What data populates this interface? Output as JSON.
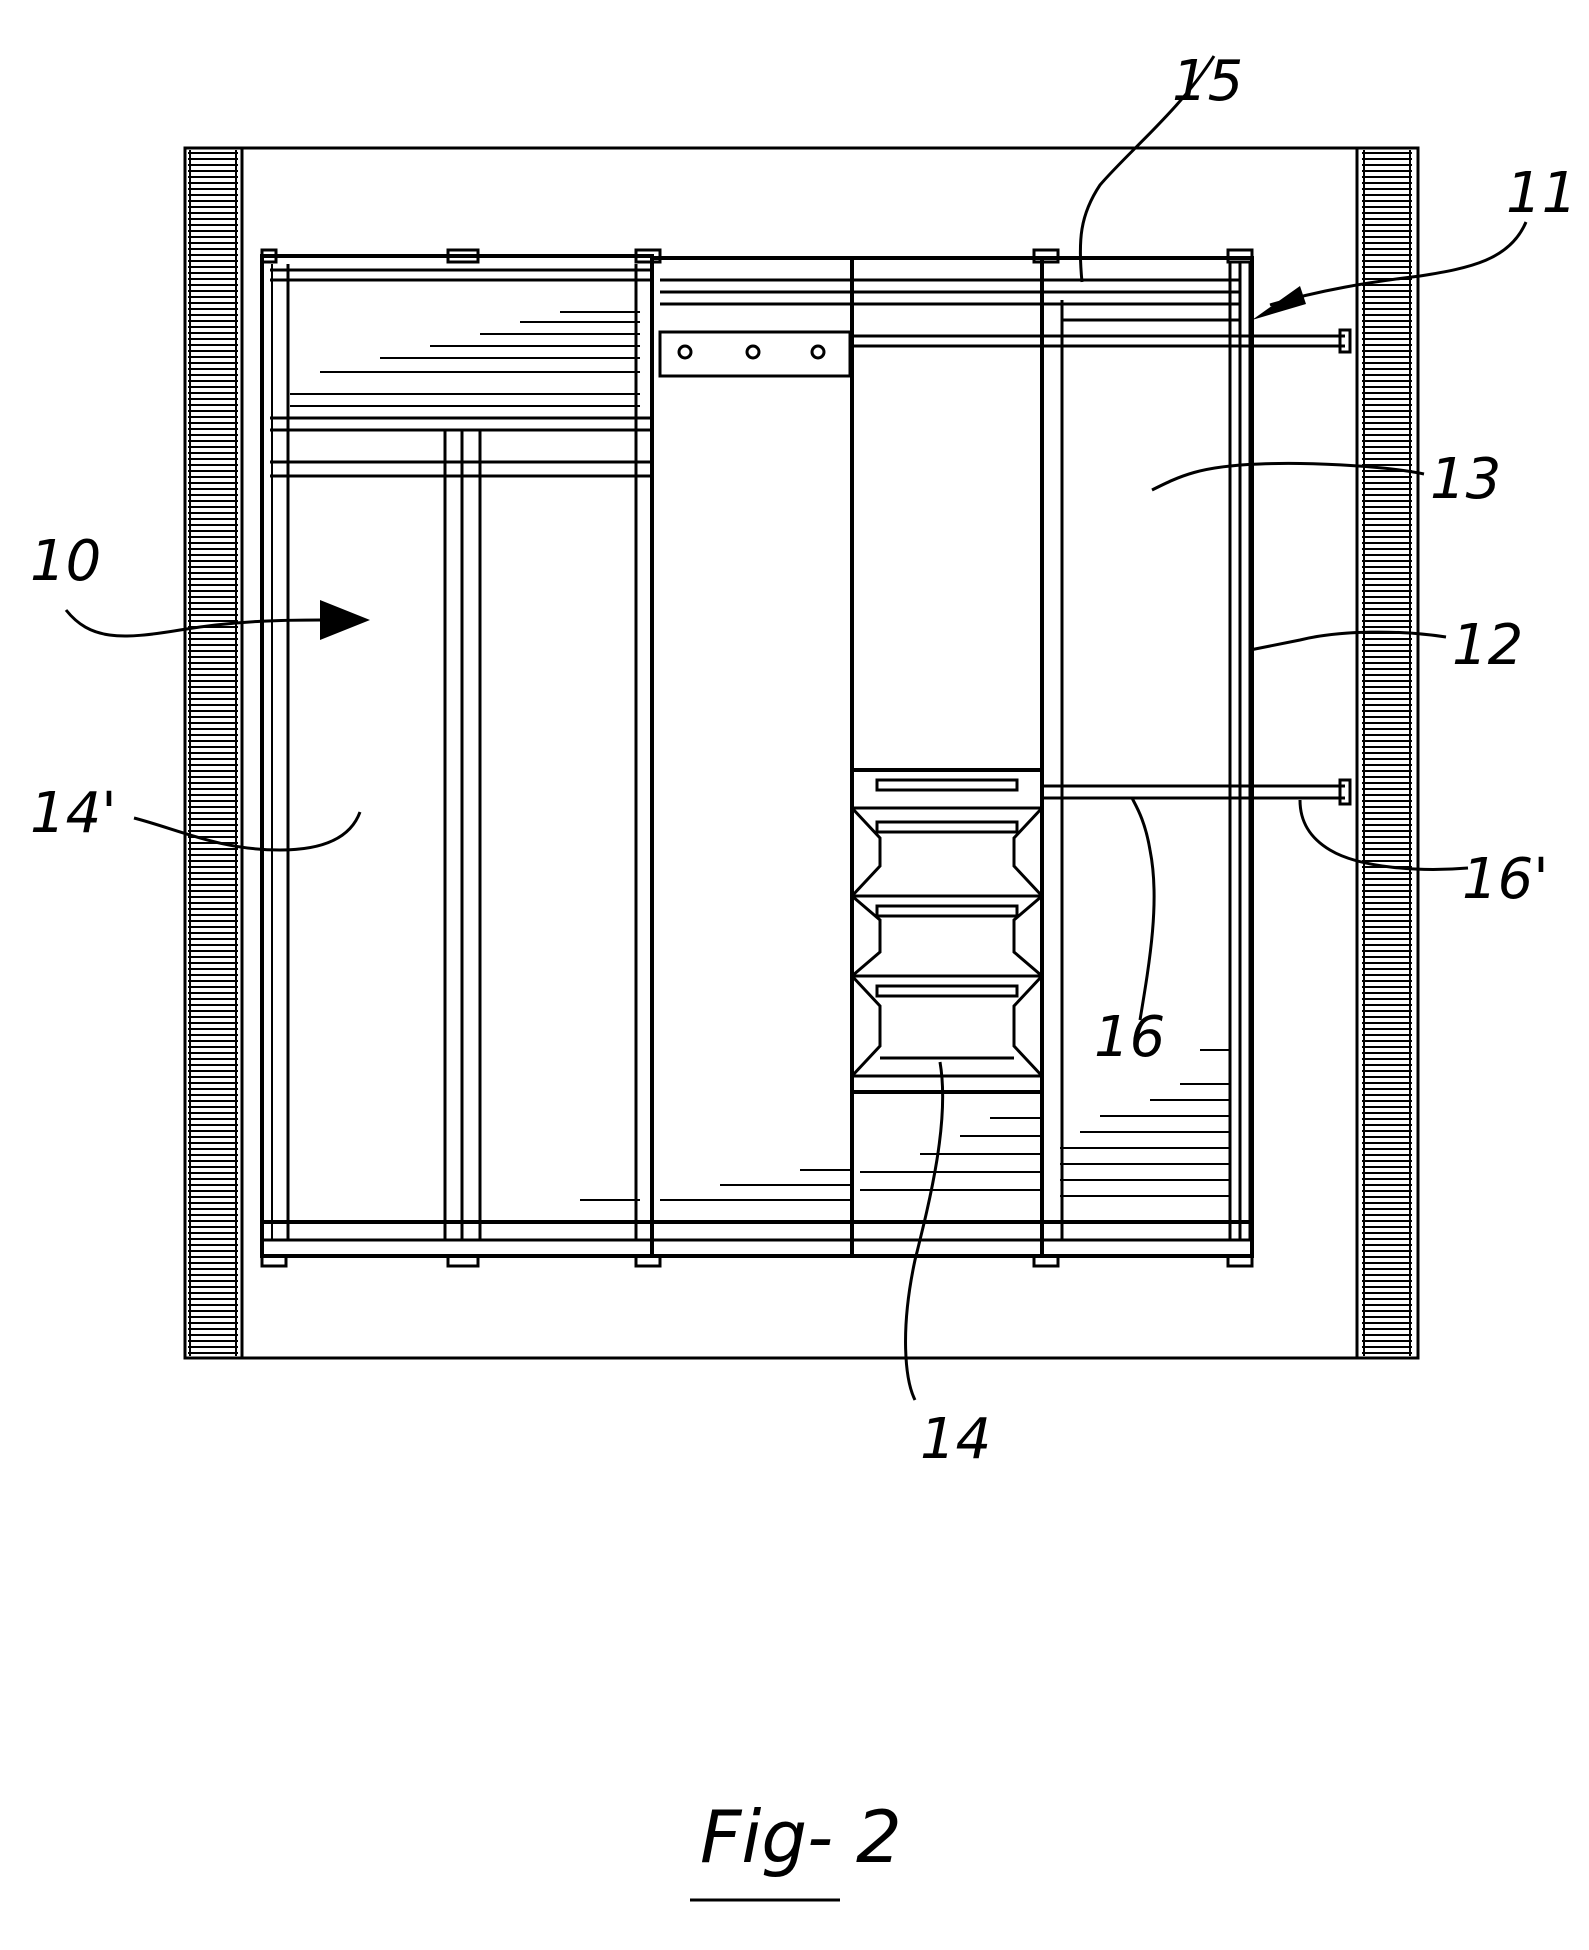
{
  "figure": {
    "caption": "Fig- 2"
  },
  "reference_numerals": {
    "r10": "10",
    "r11": "11",
    "r12": "12",
    "r13": "13",
    "r14": "14",
    "r14p": "14'",
    "r15": "15",
    "r16": "16",
    "r16p": "16'"
  }
}
